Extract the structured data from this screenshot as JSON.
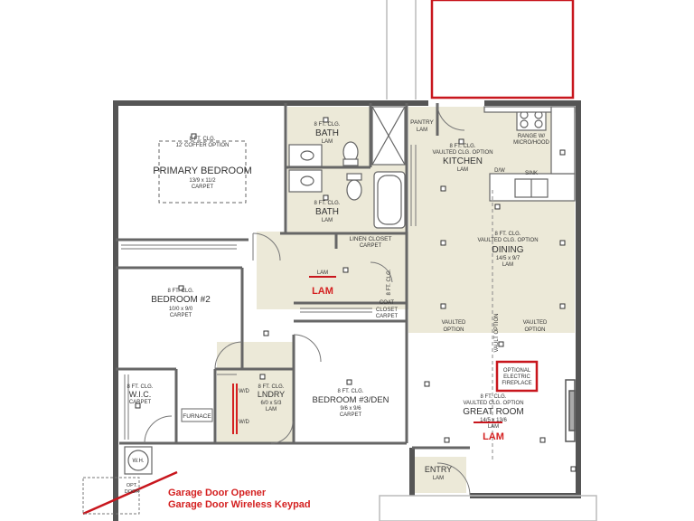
{
  "rooms": {
    "primary_bedroom": {
      "ceiling": "8 FT. CLG.",
      "option": "12' COFFER OPTION",
      "name": "PRIMARY BEDROOM",
      "size": "13/9 x 11/2",
      "floor": "CARPET"
    },
    "bath_1": {
      "ceiling": "8 FT. CLG.",
      "name": "BATH",
      "floor": "LAM"
    },
    "bath_2": {
      "ceiling": "8 FT. CLG.",
      "name": "BATH",
      "floor": "LAM"
    },
    "pantry": {
      "name": "PANTRY",
      "floor": "LAM"
    },
    "kitchen": {
      "ceiling": "8 FT. CLG.",
      "option": "VAULTED CLG. OPTION",
      "name": "KITCHEN",
      "floor": "LAM"
    },
    "range": {
      "line1": "RANGE W/",
      "line2": "MICRO/HOOD"
    },
    "dw": "D/W",
    "sink": "SINK",
    "dining": {
      "ceiling": "8 FT. CLG.",
      "option": "VAULTED CLG. OPTION",
      "name": "DINING",
      "size": "14/5 x 9/7",
      "floor": "LAM"
    },
    "linen_closet": {
      "name": "LINEN CLOSET",
      "floor": "CARPET"
    },
    "hall": {
      "ceiling": "8 FT. CLG.",
      "floor": "LAM"
    },
    "coat_closet": {
      "line1": "COAT",
      "line2": "CLOSET",
      "floor": "CARPET"
    },
    "bedroom_2": {
      "ceiling": "8 FT. CLG.",
      "name": "BEDROOM #2",
      "size": "10/0 x 9/0",
      "floor": "CARPET"
    },
    "vaulted_left": {
      "line1": "VAULTED",
      "line2": "OPTION"
    },
    "vaulted_right": {
      "line1": "VAULTED",
      "line2": "OPTION"
    },
    "vaulted_vertical": "VAULT OPTION",
    "wic": {
      "ceiling": "8 FT. CLG.",
      "name": "W.I.C.",
      "floor": "CARPET"
    },
    "furnace": "FURNACE",
    "laundry": {
      "ceiling": "8 FT. CLG.",
      "name": "LNDRY",
      "size": "6/0 x 5/3",
      "floor": "LAM",
      "wd1": "W/D",
      "wd2": "W/D"
    },
    "bedroom_3": {
      "ceiling": "8 FT. CLG.",
      "name": "BEDROOM #3/DEN",
      "size": "9/6 x 9/6",
      "floor": "CARPET"
    },
    "fireplace": {
      "line1": "OPTIONAL",
      "line2": "ELECTRIC",
      "line3": "FIREPLACE"
    },
    "great_room": {
      "ceiling": "8 FT. CLG.",
      "option": "VAULTED CLG. OPTION",
      "name": "GREAT ROOM",
      "size": "14/5 x 13/6",
      "floor": "LAM"
    },
    "entry": {
      "name": "ENTRY",
      "floor": "LAM"
    },
    "water_heater": "W.H.",
    "opt_door": {
      "line1": "OPT.",
      "line2": "DOOR"
    }
  },
  "annotations": {
    "lam_hall": "LAM",
    "lam_great_room": "LAM",
    "garage_opener": "Garage Door Opener",
    "garage_keypad": "Garage Door Wireless Keypad"
  },
  "colors": {
    "wall": "#555555",
    "lam_floor": "#ece9d8",
    "carpet_floor": "#ffffff",
    "annotation_red": "#d42020"
  }
}
